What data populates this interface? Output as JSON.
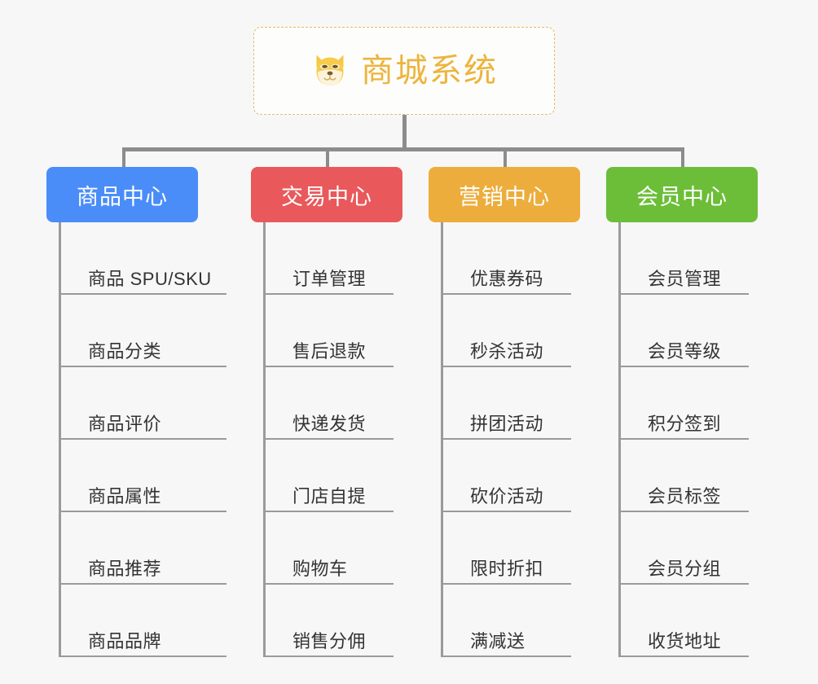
{
  "root": {
    "title": "商城系统",
    "icon": "shiba-dog-icon",
    "border_color": "#e8bb63",
    "text_color": "#edb43c",
    "background": "#fdfdfc"
  },
  "canvas": {
    "background": "#f7f7f7",
    "connector_color": "#8c8c8c"
  },
  "columns": [
    {
      "title": "商品中心",
      "color": "#4b8df8",
      "items": [
        "商品 SPU/SKU",
        "商品分类",
        "商品评价",
        "商品属性",
        "商品推荐",
        "商品品牌"
      ]
    },
    {
      "title": "交易中心",
      "color": "#e9595b",
      "items": [
        "订单管理",
        "售后退款",
        "快递发货",
        "门店自提",
        "购物车",
        "销售分佣"
      ]
    },
    {
      "title": "营销中心",
      "color": "#edad3c",
      "items": [
        "优惠券码",
        "秒杀活动",
        "拼团活动",
        "砍价活动",
        "限时折扣",
        "满减送"
      ]
    },
    {
      "title": "会员中心",
      "color": "#6cbe38",
      "items": [
        "会员管理",
        "会员等级",
        "积分签到",
        "会员标签",
        "会员分组",
        "收货地址"
      ]
    }
  ]
}
